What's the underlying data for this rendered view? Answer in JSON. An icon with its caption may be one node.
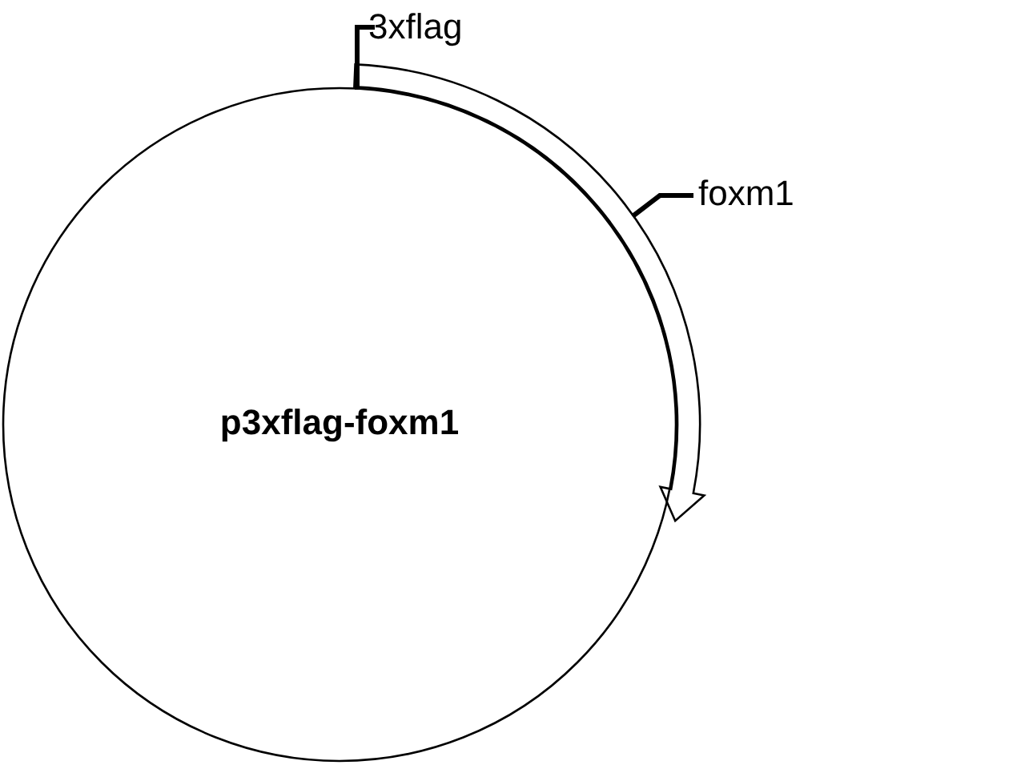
{
  "diagram": {
    "nodes": [
      {
        "text": [
          "p3xflag-foxm1"
        ]
      },
      {
        "text": [
          "3xflag"
        ]
      },
      {
        "text": [
          "foxm1"
        ]
      },
      {
        "text": [],
        "shape": "arrow"
      }
    ],
    "edges": [
      {
        "from": 1,
        "to": 0,
        "arrow": "none"
      },
      {
        "from": 2,
        "to": 3,
        "arrow": "none"
      }
    ]
  }
}
